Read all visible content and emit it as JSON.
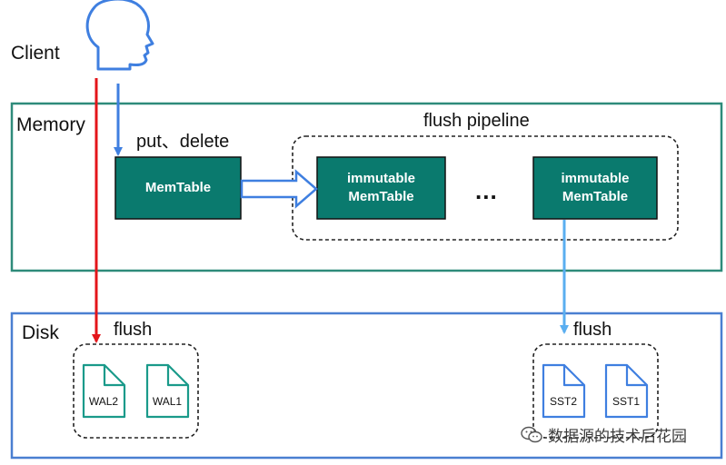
{
  "client": {
    "label": "Client"
  },
  "memory": {
    "label": "Memory",
    "op_label": "put、delete",
    "memtable": "MemTable",
    "pipeline": {
      "label": "flush pipeline",
      "immutable_1": [
        "immutable",
        "MemTable"
      ],
      "ellipsis": "...",
      "immutable_2": [
        "immutable",
        "MemTable"
      ]
    }
  },
  "disk": {
    "label": "Disk",
    "wal_group": {
      "label": "flush",
      "files": [
        "WAL2",
        "WAL1"
      ]
    },
    "sst_group": {
      "label": "flush",
      "files": [
        "SST2",
        "SST1"
      ]
    }
  },
  "watermark": {
    "text": "数据源的技术后花园"
  },
  "colors": {
    "memory_border": "#2e8b7a",
    "disk_border": "#4a7fd1",
    "memtable_fill": "#0a7a6e",
    "client_outline": "#3f7fe0",
    "red_arrow": "#e3151a",
    "blue_arrow": "#3f7fe0",
    "light_blue_arrow": "#5aaef0",
    "wal_file": "#1a9a8a",
    "sst_file": "#3f7fe0"
  }
}
